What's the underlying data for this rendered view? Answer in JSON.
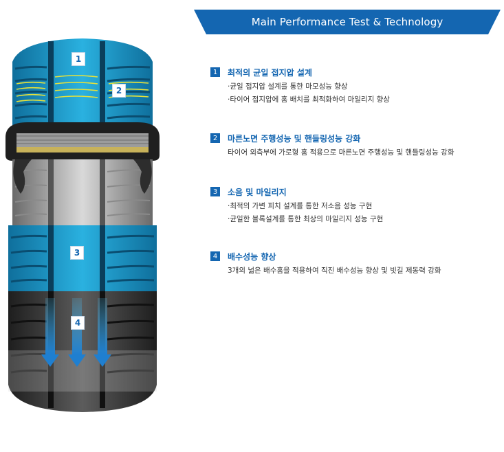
{
  "banner": {
    "title": "Main Performance Test & Technology"
  },
  "features": [
    {
      "num": "1",
      "title": "최적의 균일 접지압 설계",
      "lines": [
        "·균일 접지압 설계를 통한 마모성능 향상",
        "·타이어 접지압에 홈 배치를 최적화하여 마일리지 향상"
      ]
    },
    {
      "num": "2",
      "title": "마른노면 주행성능 및 핸들링성능 강화",
      "lines": [
        "타이어 외측부에 가로형 홈 적용으로 마른노면 주행성능 및 핸들링성능 강화"
      ]
    },
    {
      "num": "3",
      "title": "소음 및 마일리지",
      "lines": [
        "·최적의 가변 피치 설계를 통한 저소음 성능 구현",
        "·균일한 블록설계를 통한 최상의 마일리지 성능 구현"
      ]
    },
    {
      "num": "4",
      "title": "배수성능 향상",
      "lines": [
        "3개의 넓은 배수홈을 적용하여 직진 배수성능 향상 및 빗길 제동력 강화"
      ]
    }
  ],
  "tire_badges": [
    "1",
    "2",
    "3",
    "4"
  ],
  "colors": {
    "accent": "#1466b1",
    "tread_blue": "#1a95c8",
    "tire_dark": "#2d2d2d"
  }
}
